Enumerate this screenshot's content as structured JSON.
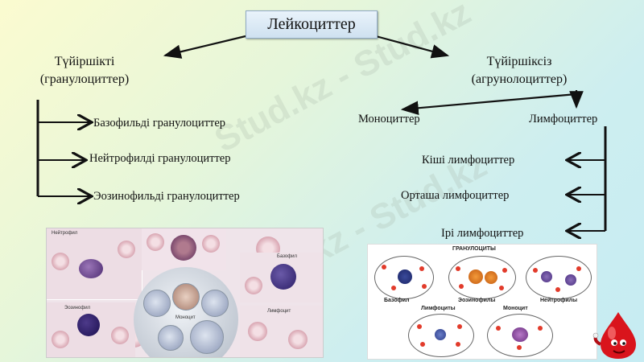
{
  "title": "Лейкоциттер",
  "left_branch": {
    "line1": "Түйіршікті",
    "line2": "(гранулоциттер)",
    "items": [
      "Базофильді гранулоциттер",
      "Нейтрофилді гранулоциттер",
      "Эозинофильді гранулоциттер"
    ]
  },
  "right_branch": {
    "line1": "Түйіршіксіз",
    "line2": "(агрунолоциттер)",
    "monocytes": "Моноциттер",
    "lymphocytes": "Лимфоциттер",
    "lymph_items": [
      "Кіші лимфоциттер",
      "Орташа лимфоциттер",
      "Ірі лимфоциттер"
    ]
  },
  "left_figure": {
    "captions": [
      "Нейтрофил",
      "Базофил",
      "Эозинофил",
      "Лимфоцит",
      "Моноцит"
    ]
  },
  "right_figure": {
    "header": "ГРАНУЛОЦИТЫ",
    "labels": [
      "Базофил",
      "Эозинофилы",
      "Нейтрофилы",
      "Лимфоциты",
      "Моноцит"
    ]
  },
  "watermark": "Stud.kz - Stud.kz",
  "colors": {
    "arrow": "#111111",
    "title_box": "#d9e8f5",
    "dot_red": "#e23b2b"
  }
}
